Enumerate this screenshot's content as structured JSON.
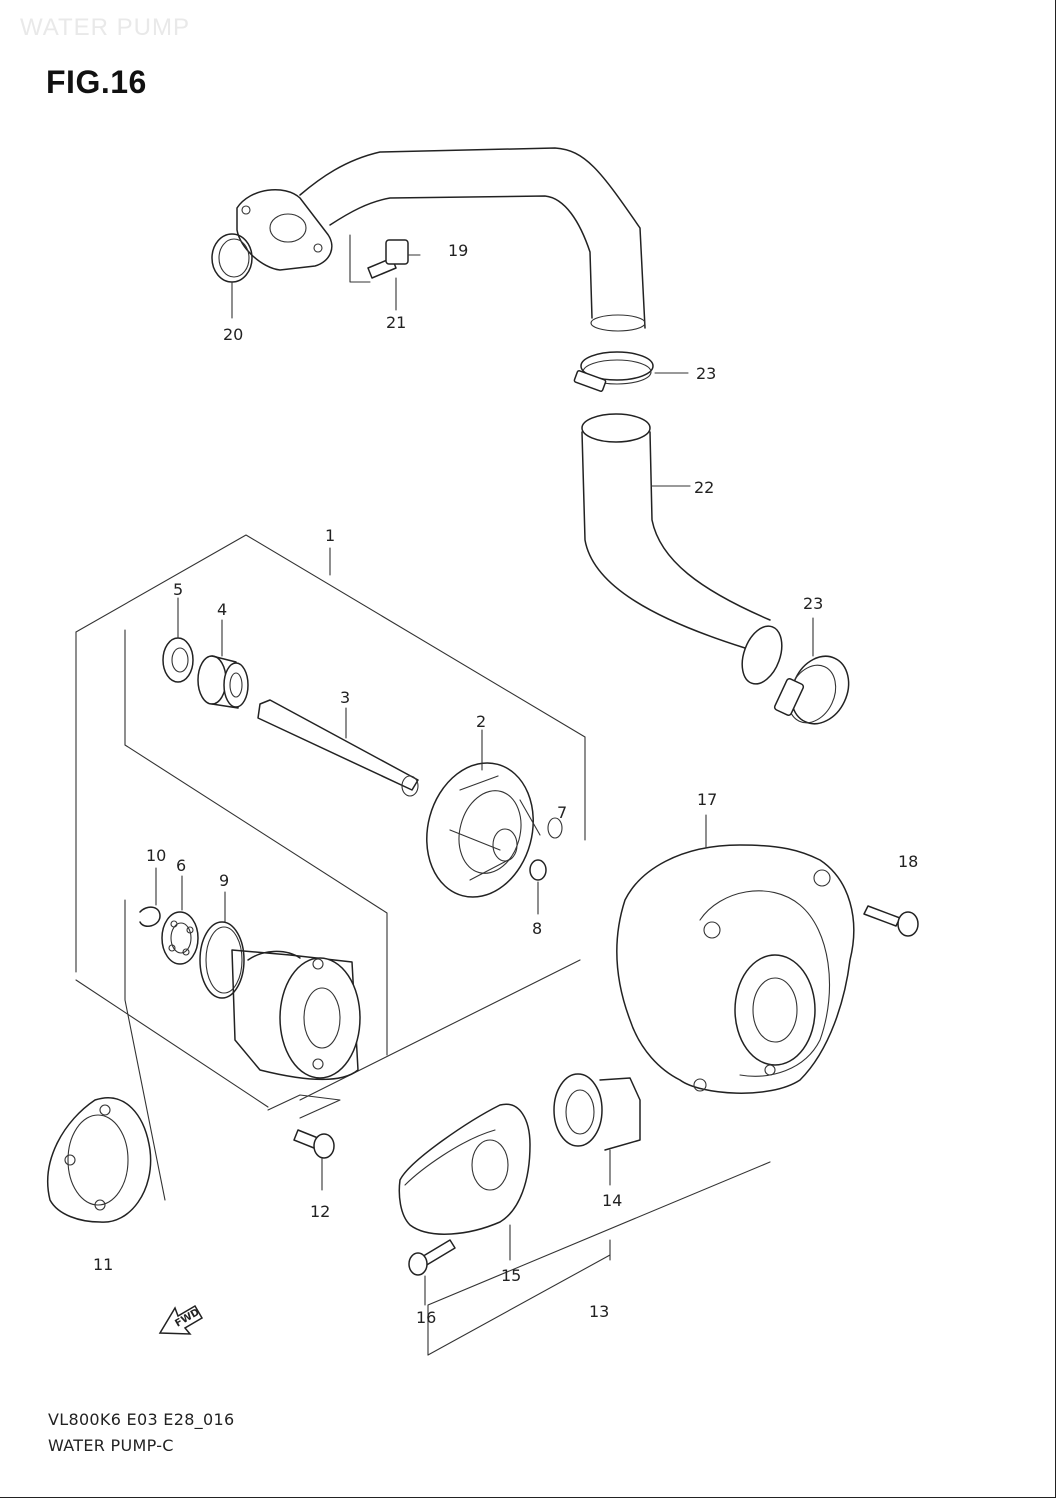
{
  "header": {
    "watermark": "WATER PUMP",
    "figure_title": "FIG.16"
  },
  "callouts": [
    "1",
    "2",
    "3",
    "4",
    "5",
    "6",
    "7",
    "8",
    "9",
    "10",
    "11",
    "12",
    "13",
    "14",
    "15",
    "16",
    "17",
    "18",
    "19",
    "20",
    "21",
    "22",
    "23",
    "23"
  ],
  "fwd_label": "FWD",
  "footer": {
    "diagram_code": "VL800K6 E03 E28_016",
    "diagram_name": "WATER PUMP-C"
  }
}
